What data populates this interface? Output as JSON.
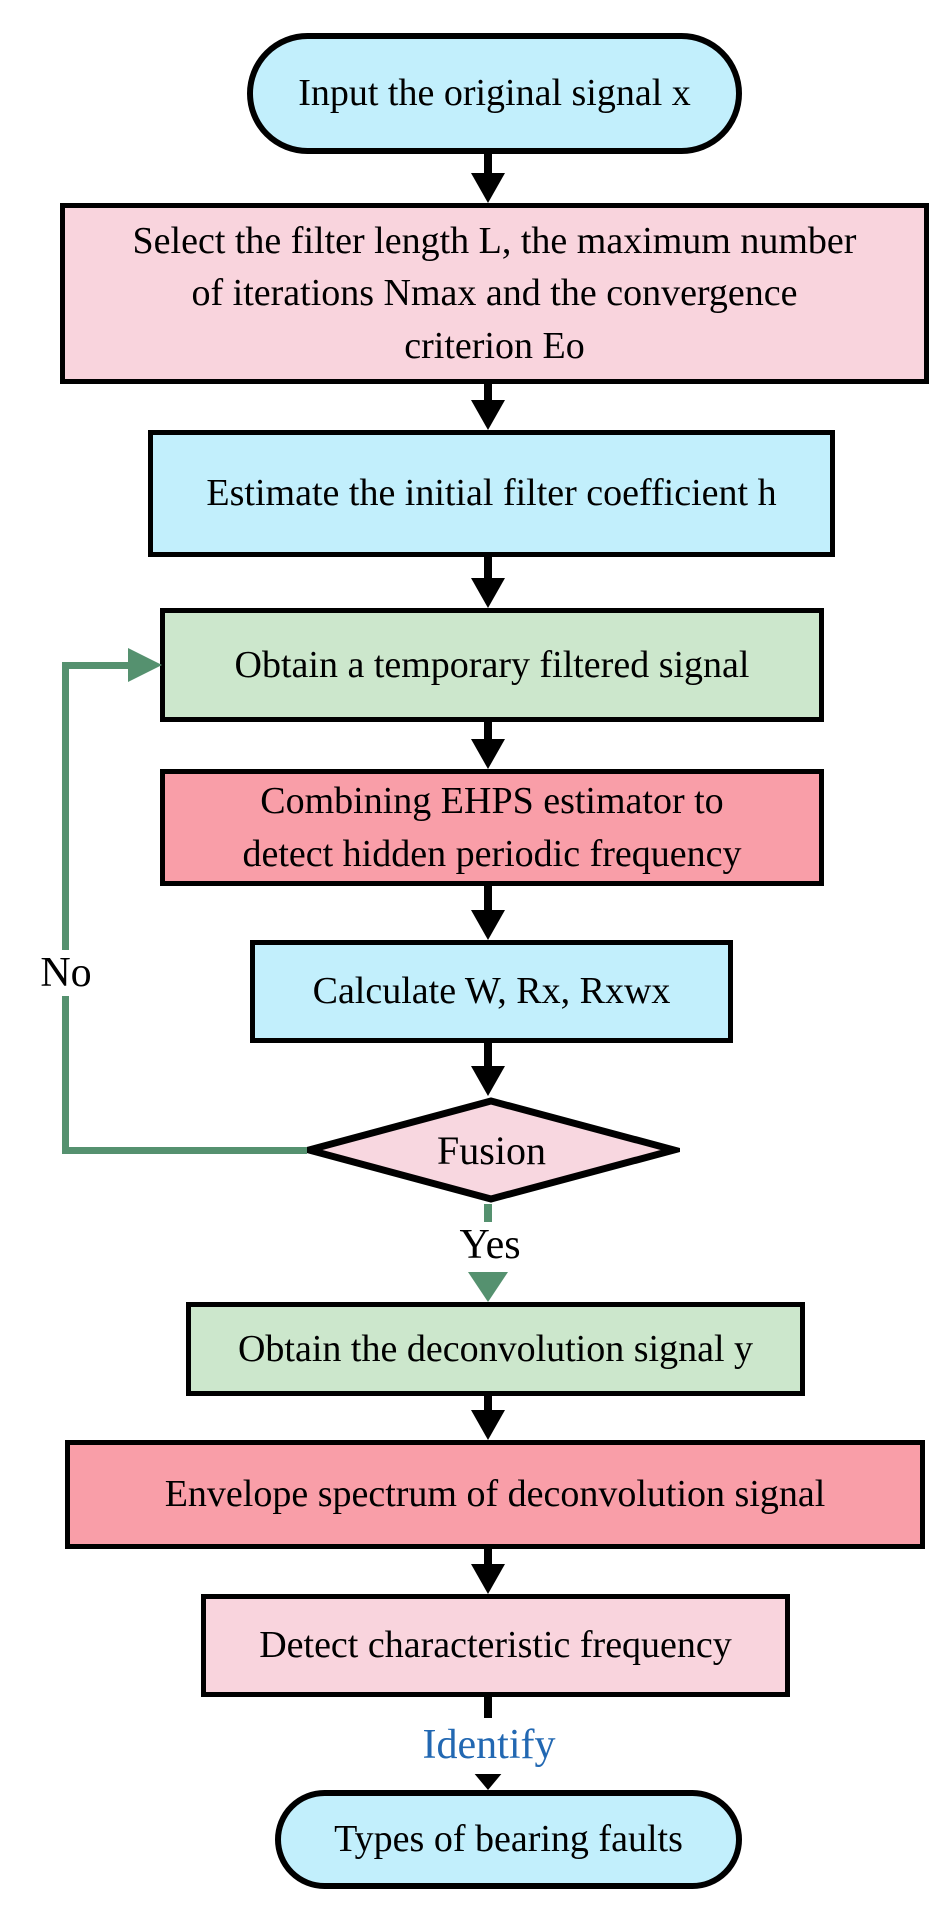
{
  "palette": {
    "cyan": "#c2effc",
    "pink": "#f9d4dd",
    "diamond_pink": "#f8d7e0",
    "salmon": "#f99ea8",
    "green": "#cce7cc",
    "flow_green": "#55916f",
    "identify_blue": "#2268b2",
    "line_black": "#000000"
  },
  "nodes": {
    "start": "Input the original signal x",
    "select_params": "Select the filter length L, the maximum number\nof iterations Nmax and the convergence\ncriterion Eo",
    "estimate_filter": "Estimate the initial filter coefficient h",
    "temporary_filtered": "Obtain a temporary filtered signal",
    "ehps_estimator": "Combining EHPS estimator to\ndetect hidden periodic frequency",
    "calculate": "Calculate W, Rx, Rxwx",
    "fusion": "Fusion",
    "deconvolution_signal": "Obtain the deconvolution signal y",
    "envelope_spectrum": "Envelope spectrum of deconvolution signal",
    "detect_frequency": "Detect characteristic frequency",
    "end": "Types of bearing faults"
  },
  "edge_labels": {
    "yes": "Yes",
    "no": "No",
    "identify": "Identify"
  }
}
